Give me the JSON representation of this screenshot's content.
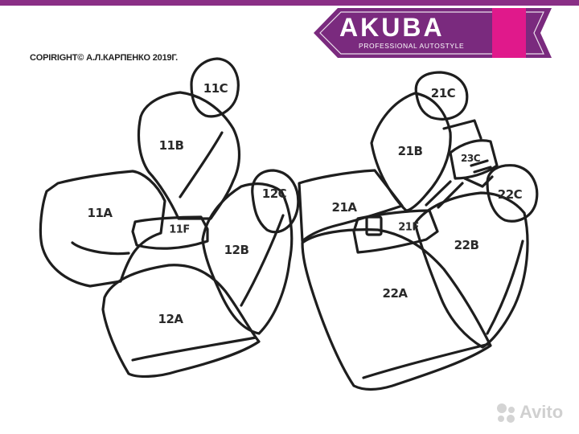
{
  "copyright": "COPIRIGHT© А.Л.КАРПЕНКО 2019Г.",
  "logo": {
    "title": "AKUBA",
    "subtitle": "PROFESSIONAL AUTOSTYLE",
    "colors": {
      "purple": "#7a2a7e",
      "magenta": "#e0198b"
    }
  },
  "labels": {
    "11C": "11C",
    "11B": "11B",
    "11A": "11A",
    "11F": "11F",
    "12C": "12C",
    "12B": "12B",
    "12A": "12A",
    "21C": "21C",
    "21B": "21B",
    "21A": "21A",
    "21F": "21F",
    "23C": "23C",
    "22C": "22C",
    "22B": "22B",
    "22A": "22A"
  },
  "watermark": "Avito"
}
